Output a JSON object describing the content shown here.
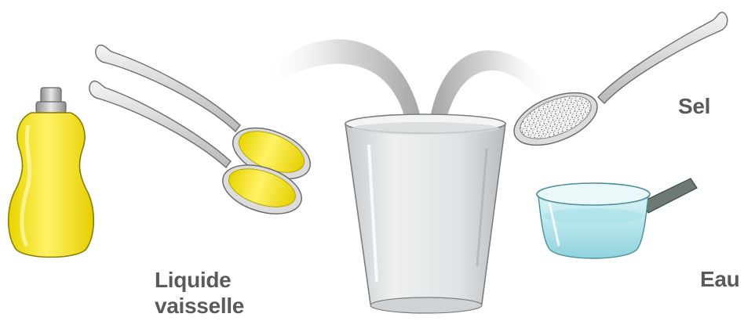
{
  "labels": {
    "dish_liquid_line1": "Liquide",
    "dish_liquid_line2": "vaisselle",
    "salt": "Sel",
    "water": "Eau"
  },
  "icons": [
    "dish-soap-bottle-icon",
    "spoon-icon",
    "plastic-cup-icon",
    "salt-spoon-icon",
    "saucepan-water-icon"
  ],
  "colors": {
    "soap": "#f2e41c",
    "cup": "#d9dde0",
    "water": "#bfe8ee",
    "label": "#5a5a5a",
    "arrow": "#cfcfcf"
  }
}
